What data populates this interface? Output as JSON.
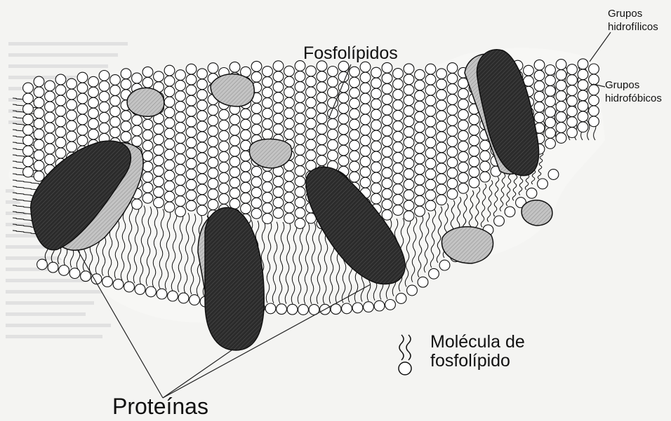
{
  "labels": {
    "fosfolipidos": "Fosfolípidos",
    "grupos_hidrofilicos": "Grupos hidrofílicos",
    "grupos_hidrofobicos": "Grupos hidrofóbicos",
    "molecula_de_fosfolipido": "Molécula de fosfolípido",
    "proteinas": "Proteínas"
  },
  "colors": {
    "background": "#f4f4f2",
    "head_fill": "#ffffff",
    "outline": "#111111",
    "protein_dark": "#2b2b2b",
    "protein_light": "#bdbdbd",
    "faint_text": "#cfcfcf"
  }
}
